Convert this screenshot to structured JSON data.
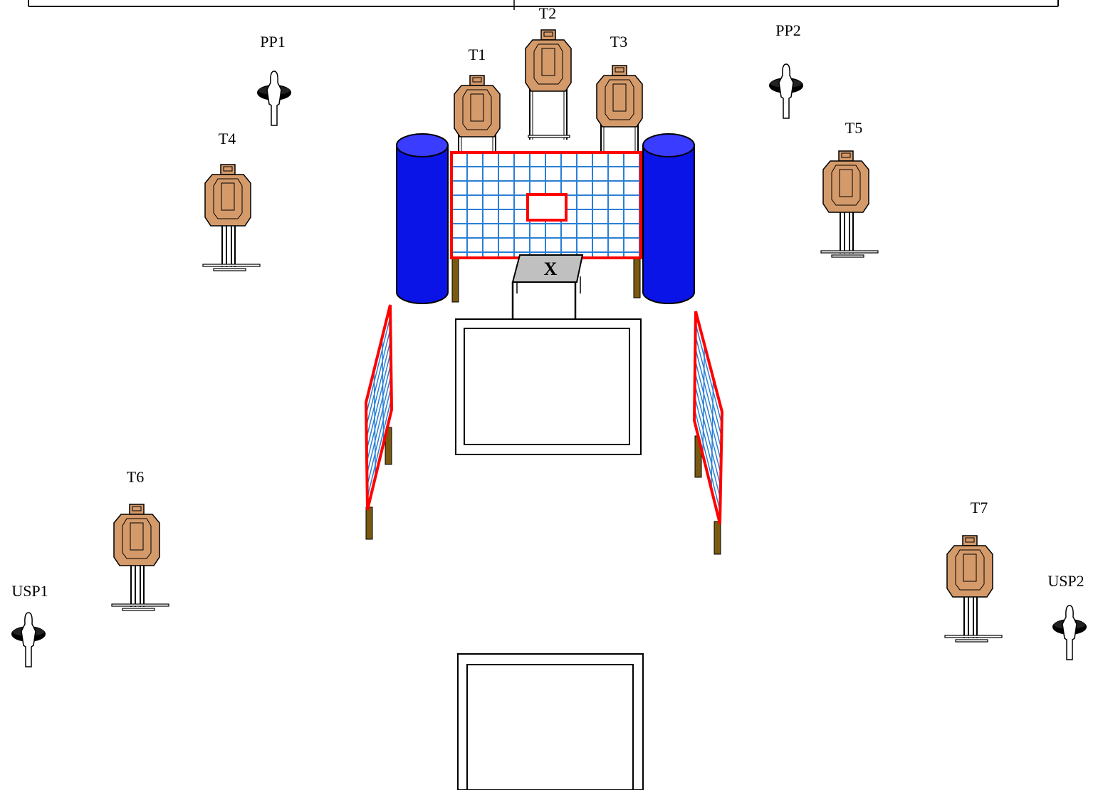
{
  "labels": {
    "t1": "T1",
    "t2": "T2",
    "t3": "T3",
    "t4": "T4",
    "t5": "T5",
    "t6": "T6",
    "t7": "T7",
    "pp1": "PP1",
    "pp2": "PP2",
    "usp1": "USP1",
    "usp2": "USP2",
    "table_mark": "X"
  },
  "colors": {
    "target_fill": "#d49a6a",
    "barrel_fill": "#0a14e6",
    "barrel_top": "#3a3cff",
    "fence_frame": "#ff0000",
    "fence_grid": "#2a7fd4",
    "post_fill": "#7a5a10",
    "table_top": "#c0c0c0",
    "popper_fill": "#000000"
  }
}
